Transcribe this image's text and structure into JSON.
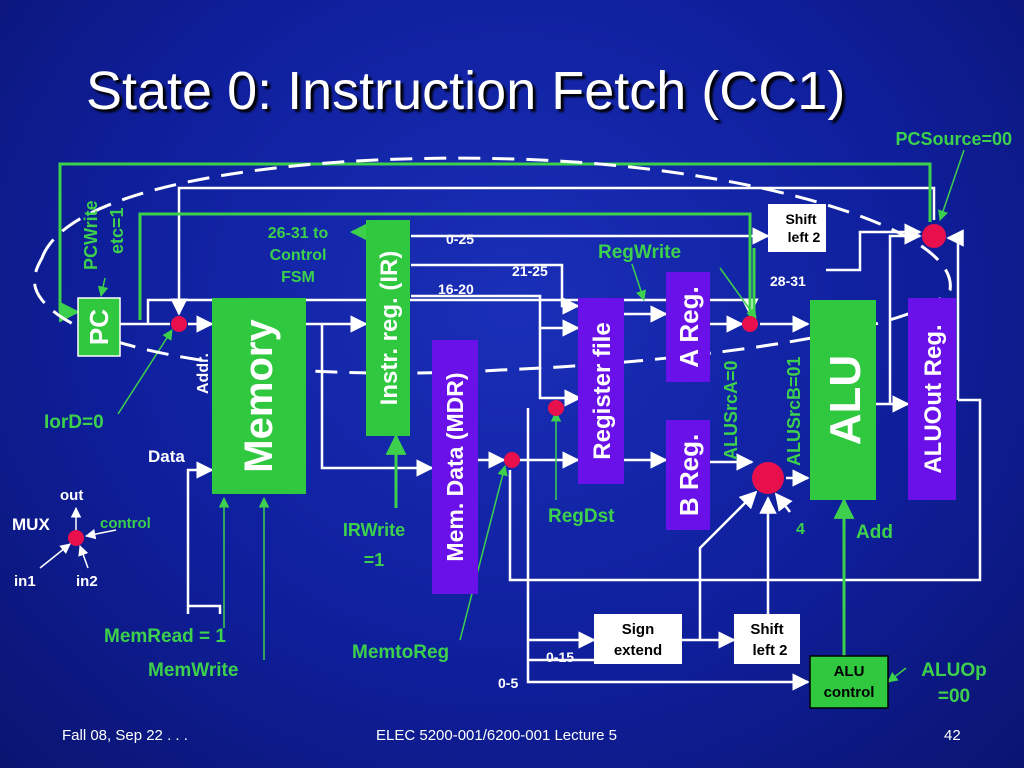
{
  "title": "State 0: Instruction Fetch (CC1)",
  "footer": {
    "date": "Fall 08, Sep 22 . . .",
    "course": "ELEC 5200-001/6200-001 Lecture 5",
    "page": "42"
  },
  "blocks": {
    "pc": "PC",
    "memory": "Memory",
    "ir": "Instr.  reg. (IR)",
    "mdr": "Mem. Data (MDR)",
    "regfile": "Register file",
    "areg": "A Reg.",
    "breg": "B Reg.",
    "alu": "ALU",
    "aluout": "ALUOut Reg.",
    "shift_top_1": "Shift",
    "shift_top_2": "left 2",
    "shift_bot_1": "Shift",
    "shift_bot_2": "left 2",
    "sign_1": "Sign",
    "sign_2": "extend",
    "aluctl_1": "ALU",
    "aluctl_2": "control"
  },
  "labels": {
    "pcsource": "PCSource=00",
    "pcwrite_1": "PCWrite",
    "pcwrite_2": "etc=1",
    "fsm_1": "26-31 to",
    "fsm_2": "Control",
    "fsm_3": "FSM",
    "bits_0_25": "0-25",
    "bits_21_25": "21-25",
    "bits_16_20": "16-20",
    "bits_28_31": "28-31",
    "regwrite": "RegWrite",
    "addr": "Addr.",
    "data": "Data",
    "iord": "IorD=0",
    "alusrca": "ALUSrcA=0",
    "alusrcb": "ALUSrcB=01",
    "regdst": "RegDst",
    "irwrite_1": "IRWrite",
    "irwrite_2": "=1",
    "four": "4",
    "add": "Add",
    "memread": "MemRead = 1",
    "memwrite": "MemWrite",
    "memtoreg": "MemtoReg",
    "bits_0_15": "0-15",
    "bits_0_5": "0-5",
    "aluop_1": "ALUOp",
    "aluop_2": "=00"
  },
  "legend": {
    "out": "out",
    "mux": "MUX",
    "control": "control",
    "in1": "in1",
    "in2": "in2"
  },
  "colors": {
    "wire_white": "#ffffff",
    "wire_green": "#3cd04c",
    "green_block": "#2fc83f",
    "purple_block": "#6a10e8",
    "mux_red": "#e8104c",
    "label_green": "#3cd04c",
    "background": "#1428a8"
  }
}
